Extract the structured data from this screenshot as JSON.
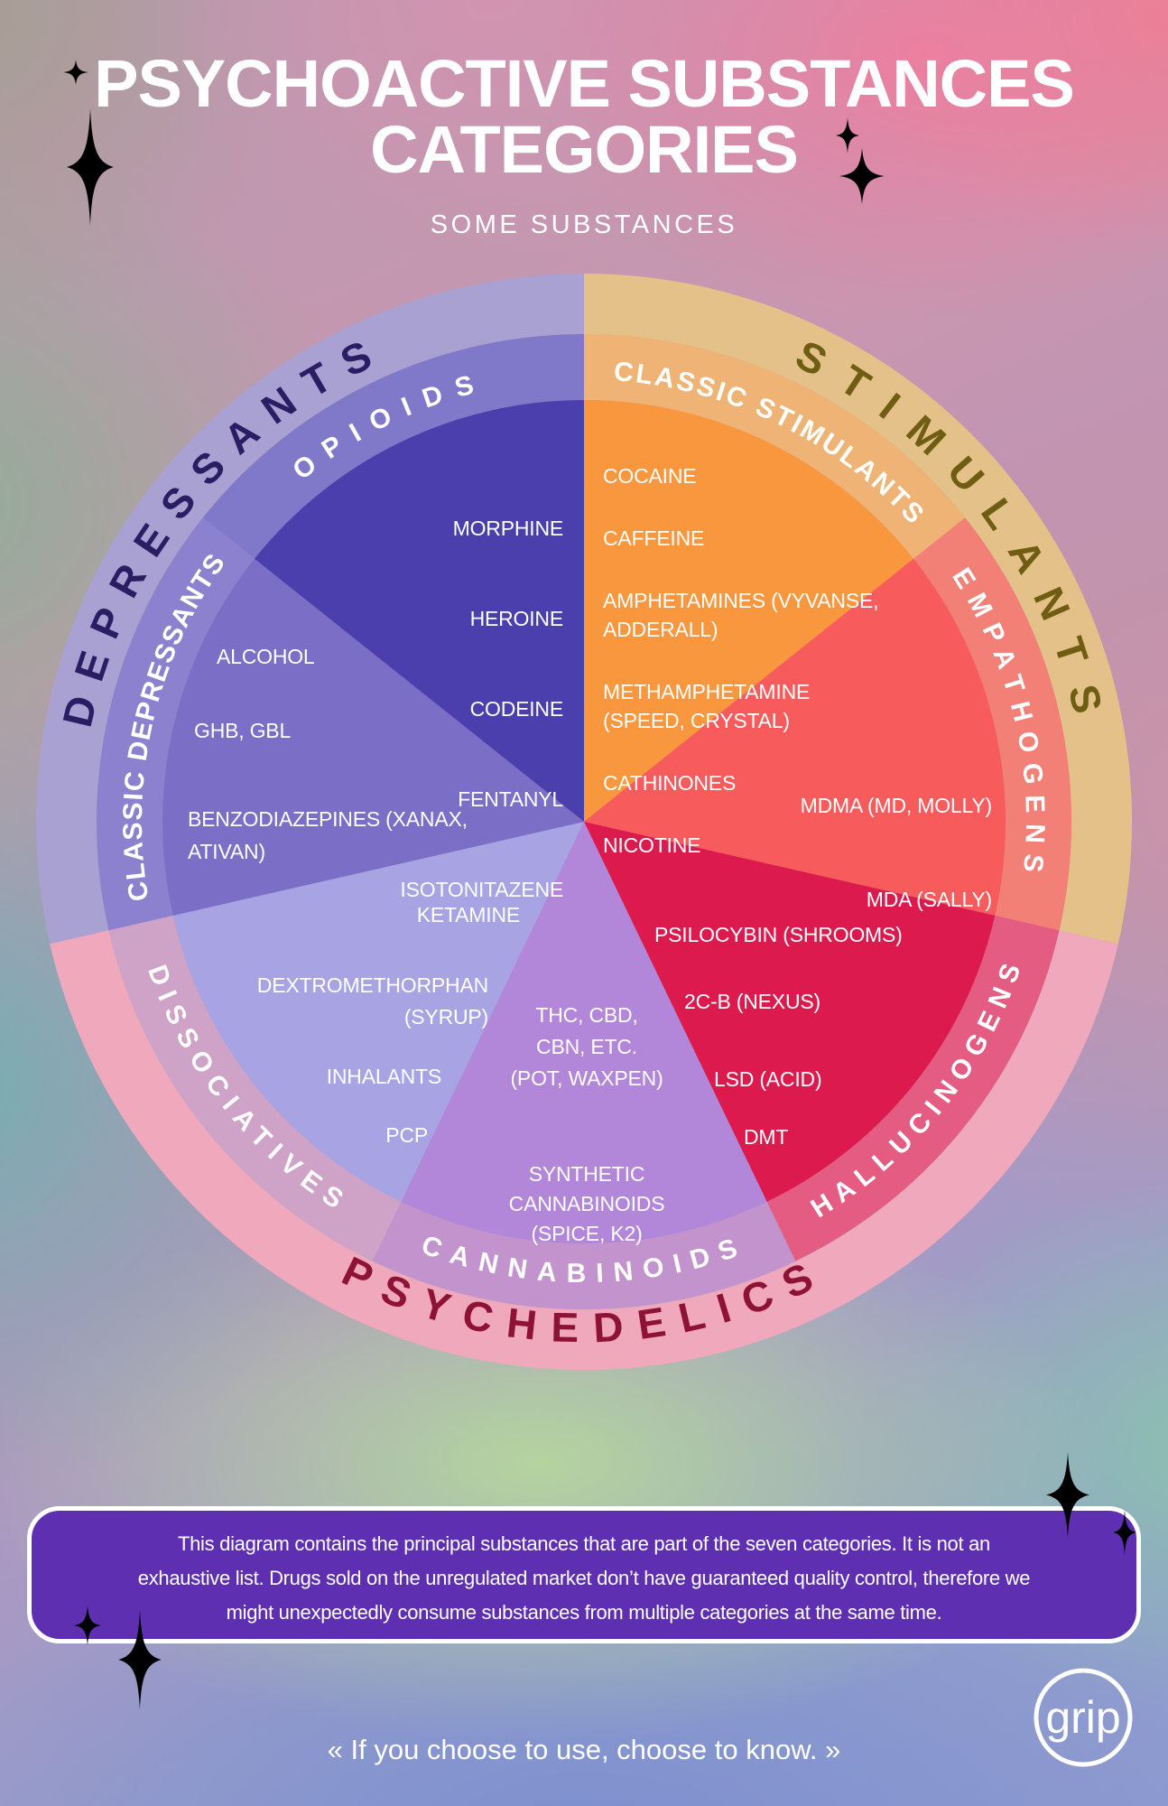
{
  "title": {
    "line1": "PSYCHOACTIVE SUBSTANCES",
    "line2": "CATEGORIES"
  },
  "subtitle": "SOME SUBSTANCES",
  "wheel": {
    "groups": [
      {
        "label": "DEPRESSANTS",
        "ring_color": "#A8A1D2",
        "label_color": "#2B1D63"
      },
      {
        "label": "STIMULANTS",
        "ring_color": "#E3C189",
        "label_color": "#6E5D12"
      },
      {
        "label": "PSYCHEDELICS",
        "ring_color": "#F0A9BC",
        "label_color": "#8E1236"
      }
    ],
    "categories": [
      {
        "label": "OPIOIDS",
        "group": "DEPRESSANTS",
        "color": "#4B3FAE",
        "ring_color": "#8078C8",
        "substances": [
          "MORPHINE",
          "HEROINE",
          "CODEINE",
          "FENTANYL",
          "ISOTONITAZENE"
        ]
      },
      {
        "label": "CLASSIC STIMULANTS",
        "group": "STIMULANTS",
        "color": "#F8973E",
        "ring_color": "#EFB475",
        "substances": [
          "COCAINE",
          "CAFFEINE",
          "AMPHETAMINES (VYVANSE,\nADDERALL)",
          "METHAMPHETAMINE\n(SPEED, CRYSTAL)",
          "CATHINONES",
          "NICOTINE"
        ]
      },
      {
        "label": "EMPATHOGENS",
        "group": "STIMULANTS",
        "color": "#F75B5B",
        "ring_color": "#F28077",
        "substances": [
          "MDMA (MD, MOLLY)",
          "MDA (SALLY)"
        ]
      },
      {
        "label": "HALLUCINOGENS",
        "group": "PSYCHEDELICS",
        "color": "#DC1A4E",
        "ring_color": "#E55C82",
        "substances": [
          "PSILOCYBIN (SHROOMS)",
          "2C-B (NEXUS)",
          "LSD (ACID)",
          "DMT"
        ]
      },
      {
        "label": "CANNABINOIDS",
        "group": "PSYCHEDELICS",
        "color": "#B286D8",
        "ring_color": "#C393CD",
        "substances": [
          "THC, CBD,\nCBN, ETC.\n(POT, WAXPEN)",
          "SYNTHETIC\nCANNABINOIDS\n(SPICE, K2)"
        ]
      },
      {
        "label": "DISSOCIATIVES",
        "group": "PSYCHEDELICS",
        "color": "#A8A3E3",
        "ring_color": "#CFA3C8",
        "substances": [
          "KETAMINE",
          "DEXTROMETHORPHAN\n(SYRUP)",
          "INHALANTS",
          "PCP"
        ]
      },
      {
        "label": "CLASSIC DEPRESSANTS",
        "group": "DEPRESSANTS",
        "color": "#7A6EC6",
        "ring_color": "#8B81CE",
        "substances": [
          "ALCOHOL",
          "GHB, GBL",
          "BENZODIAZEPINES (XANAX,\nATIVAN)"
        ]
      }
    ]
  },
  "note": "This diagram contains the principal substances that are part of the seven categories. It is not an\nexhaustive list. Drugs sold on the unregulated market don’t have guaranteed quality control, therefore we\nmight unexpectedly consume substances from multiple categories at the same time.",
  "tagline": "« If you choose to use, choose to know. »",
  "logo_text": "grip",
  "colors": {
    "panel_bg": "#5F2FB2",
    "panel_border": "#FFFFFF",
    "sparkle_coral": "#F4584E",
    "sparkle_white": "#FFFFFF",
    "text": "#FFFFFF"
  }
}
